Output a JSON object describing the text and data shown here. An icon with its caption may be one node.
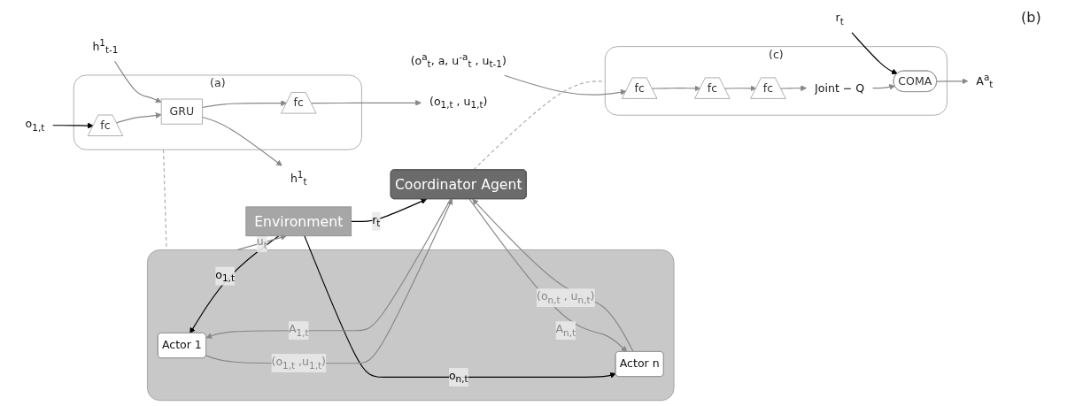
{
  "diagram": {
    "nodes": [
      {
        "text": [
          "(a)"
        ]
      },
      {
        "text": [
          "o$_{1,t}$"
        ]
      },
      {
        "text": [
          "fc"
        ],
        "in": 0
      },
      {
        "text": [
          "GRU"
        ],
        "in": 0
      },
      {
        "text": [
          "fc"
        ],
        "in": 0
      },
      {
        "text": [
          "h$^{1}$$_{t-1}$"
        ]
      },
      {
        "text": [
          "h$^{1}$$_{t}$"
        ]
      },
      {
        "text": [
          "(o$_{1,t}$ , u$_{1,t}$)"
        ]
      },
      {
        "text": [
          "Environment"
        ]
      },
      {
        "text": [],
        "shape": "box"
      },
      {
        "text": [
          "Actor 1"
        ],
        "in": 9
      },
      {
        "text": [
          "Actor n"
        ],
        "in": 9
      },
      {
        "text": [
          "Coordinator  Agent"
        ]
      },
      {
        "text": [
          "(c)"
        ]
      },
      {
        "text": [
          "(o$^{a}$$_{t}$, a, u$^{-a}$$_{t}$ , u$_{t-1}$)"
        ]
      },
      {
        "text": [
          "fc"
        ],
        "in": 13
      },
      {
        "text": [
          "fc"
        ],
        "in": 13
      },
      {
        "text": [
          "fc"
        ],
        "in": 13
      },
      {
        "text": [
          "Joint − Q"
        ],
        "in": 13
      },
      {
        "text": [
          "COMA"
        ],
        "in": 13
      },
      {
        "text": [
          "r$_{t}$"
        ]
      },
      {
        "text": [
          "A$^{a}$$_{t}$"
        ]
      }
    ],
    "edges": [
      {
        "from": 1,
        "to": 2,
        "arrow": "to",
        "color": "#000000"
      },
      {
        "from": 2,
        "to": 3,
        "arrow": "to"
      },
      {
        "from": 3,
        "to": 4,
        "arrow": "to"
      },
      {
        "from": 4,
        "to": 7,
        "arrow": "to"
      },
      {
        "from": 5,
        "to": 3,
        "arrow": "to"
      },
      {
        "from": 3,
        "to": 6,
        "arrow": "to"
      },
      {
        "from": 8,
        "to": 10,
        "arrow": "to",
        "label": "o$_{1,t}$",
        "color": "#000000"
      },
      {
        "from": 8,
        "to": 11,
        "arrow": "to",
        "label": "o$_{n,t}$",
        "color": "#000000"
      },
      {
        "from": 9,
        "to": 8,
        "arrow": "to",
        "label": "u$_{t}$"
      },
      {
        "from": 12,
        "to": 10,
        "arrow": "to",
        "label": "A$_{1,t}$"
      },
      {
        "from": 10,
        "to": 12,
        "arrow": "to",
        "label": "(o$_{1,t}$ ,u$_{1,t}$)"
      },
      {
        "from": 12,
        "to": 11,
        "arrow": "to",
        "label": "A$_{n,t}$"
      },
      {
        "from": 11,
        "to": 12,
        "arrow": "to",
        "label": "(o$_{n,t}$ , u$_{n,t}$)"
      },
      {
        "from": 8,
        "to": 12,
        "arrow": "to",
        "label": "r$_{t}$",
        "color": "#000000"
      },
      {
        "from": 14,
        "to": 15,
        "arrow": "to"
      },
      {
        "from": 15,
        "to": 16,
        "arrow": "to"
      },
      {
        "from": 16,
        "to": 17,
        "arrow": "to"
      },
      {
        "from": 17,
        "to": 18,
        "arrow": "to"
      },
      {
        "from": 18,
        "to": 19,
        "arrow": "to"
      },
      {
        "from": 19,
        "to": 21,
        "arrow": "to"
      },
      {
        "from": 20,
        "to": 19,
        "arrow": "to",
        "color": "#000000"
      },
      {
        "from": 0,
        "to": 9,
        "arrow": "none",
        "style": "dashed"
      },
      {
        "from": 12,
        "to": 13,
        "arrow": "none",
        "style": "dashed"
      }
    ],
    "labels": [
      "(b)"
    ]
  }
}
